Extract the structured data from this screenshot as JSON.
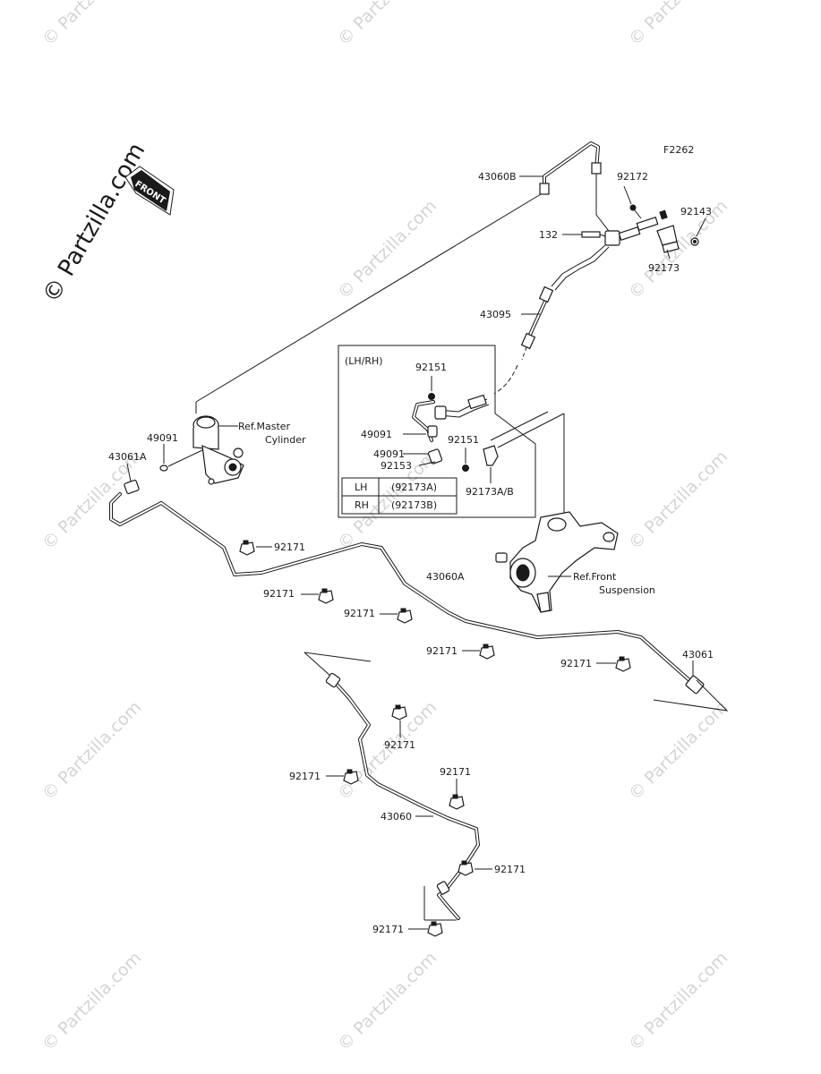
{
  "diagram": {
    "code": "F2262",
    "watermark_text": "© Partzilla.com",
    "front_badge": "FRONT",
    "labels": {
      "p43060b": "43060B",
      "p92172": "92172",
      "p92143": "92143",
      "p132": "132",
      "p92173": "92173",
      "p43095": "43095",
      "lhrh": "(LH/RH)",
      "p92151a": "92151",
      "p49091a": "49091",
      "p92151b": "92151",
      "p49091b": "49091",
      "p92153": "92153",
      "p92173ab": "92173A/B",
      "ref_master_1": "Ref.Master",
      "ref_master_2": "Cylinder",
      "p49091c": "49091",
      "p43061a": "43061A",
      "p92171a": "92171",
      "p43060a": "43060A",
      "ref_front_1": "Ref.Front",
      "ref_front_2": "Suspension",
      "p92171b": "92171",
      "p92171c": "92171",
      "p92171d": "92171",
      "p43061": "43061",
      "p92171e": "92171",
      "p92171f": "92171",
      "p92171g": "92171",
      "p92171h": "92171",
      "p43060": "43060",
      "p92171i": "92171",
      "p92171j": "92171"
    },
    "table": [
      {
        "side": "LH",
        "part": "(92173A)"
      },
      {
        "side": "RH",
        "part": "(92173B)"
      }
    ]
  }
}
